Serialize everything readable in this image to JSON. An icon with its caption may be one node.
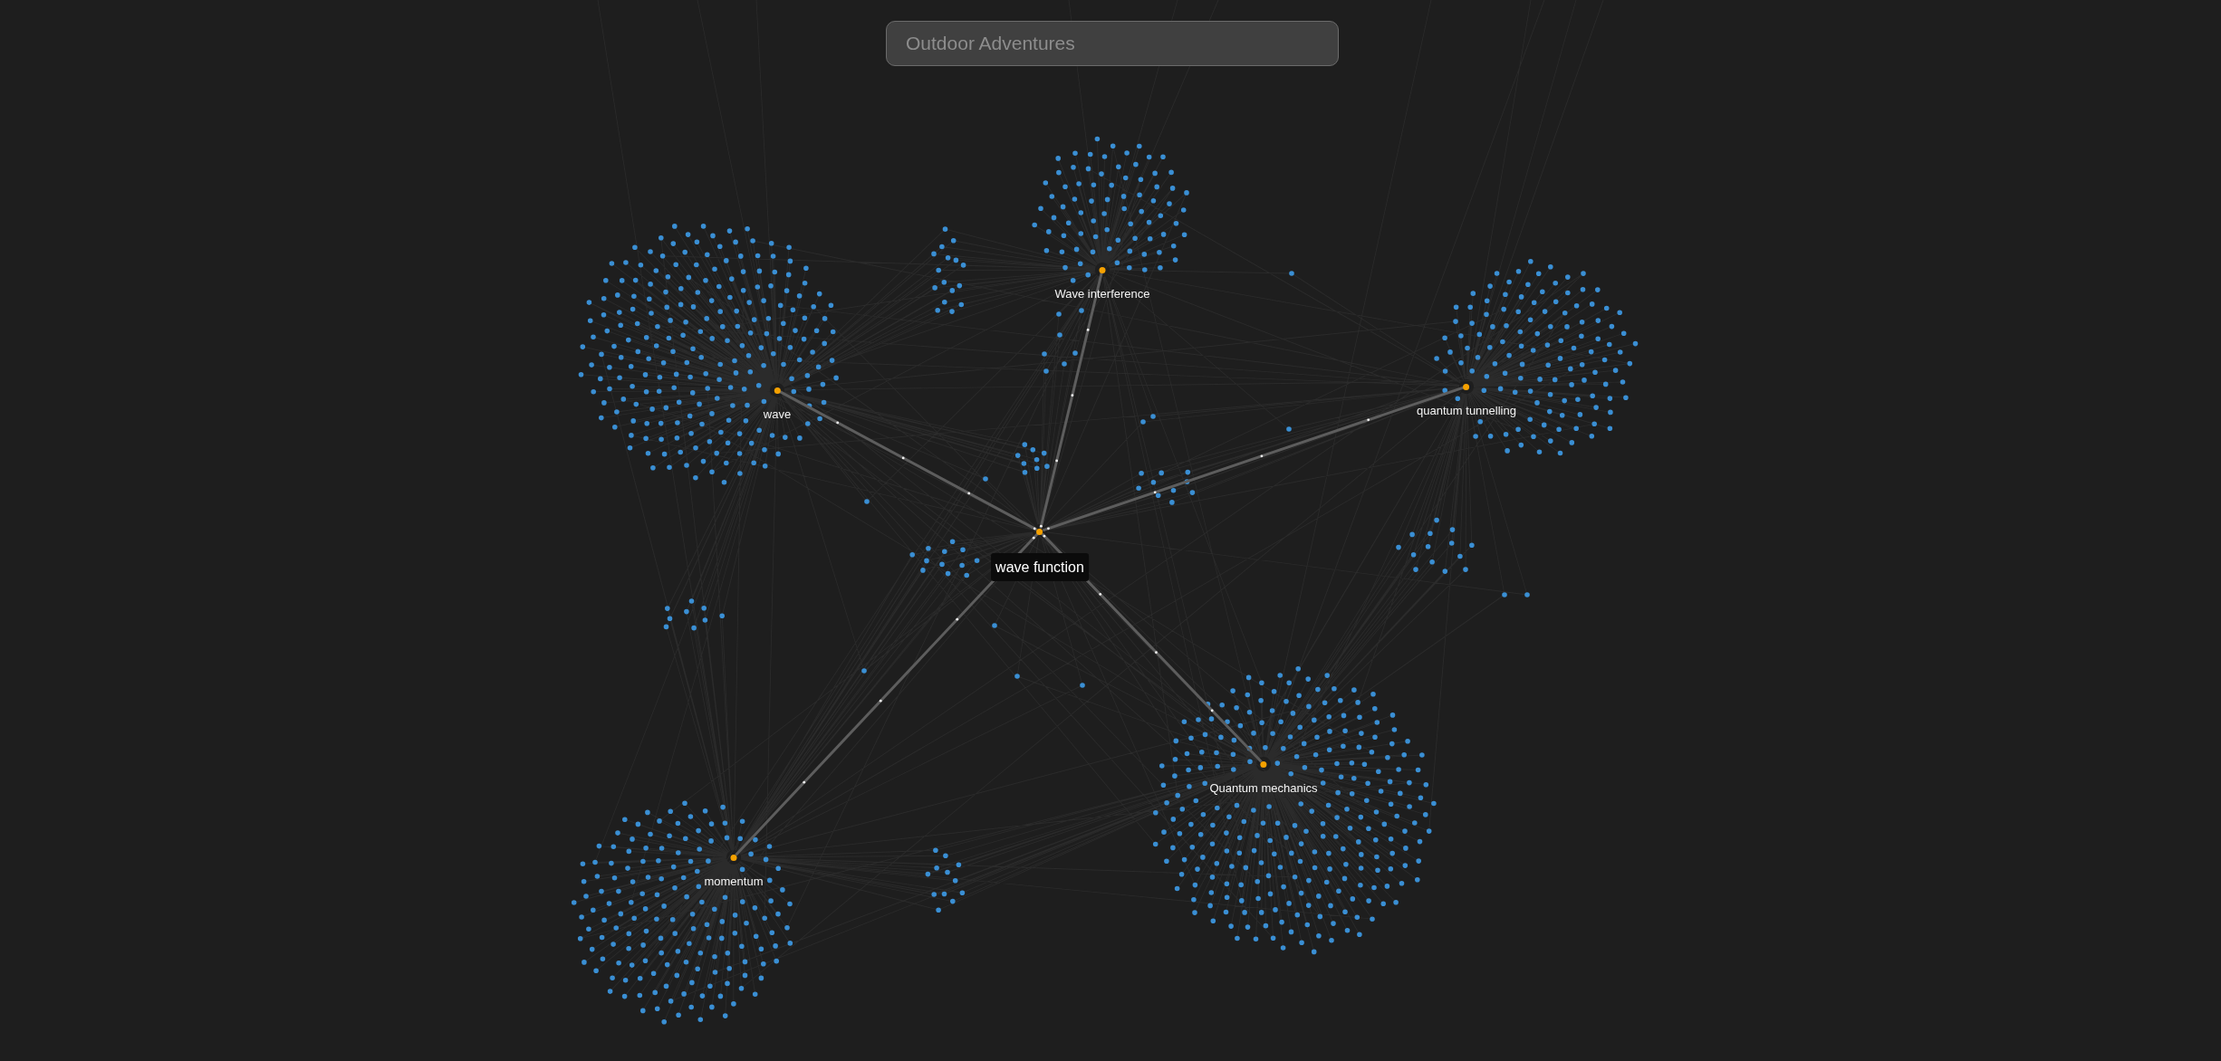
{
  "diagram": {
    "nodes": [
      {
        "text": [
          "Wave interference"
        ]
      },
      {
        "text": [
          "wave"
        ]
      },
      {
        "text": [
          "quantum tunnelling"
        ]
      },
      {
        "text": [
          "wave function"
        ]
      },
      {
        "text": [
          "Quantum mechanics"
        ]
      },
      {
        "text": [
          "momentum"
        ]
      }
    ],
    "edges": [
      {
        "from": 3,
        "to": 0,
        "arrow": "none"
      },
      {
        "from": 3,
        "to": 1,
        "arrow": "none"
      },
      {
        "from": 3,
        "to": 2,
        "arrow": "none"
      },
      {
        "from": 3,
        "to": 4,
        "arrow": "none"
      },
      {
        "from": 3,
        "to": 5,
        "arrow": "none"
      }
    ],
    "labels": [
      "Outdoor Adventures"
    ]
  }
}
